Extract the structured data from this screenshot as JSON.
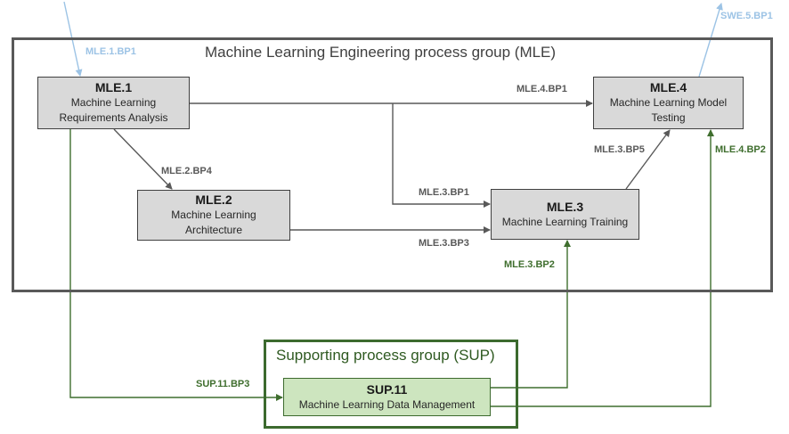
{
  "groups": {
    "mle": {
      "title": "Machine Learning Engineering process group (MLE)"
    },
    "sup": {
      "title": "Supporting process group (SUP)"
    }
  },
  "processes": {
    "mle1": {
      "id": "MLE.1",
      "line1": "Machine Learning",
      "line2": "Requirements Analysis"
    },
    "mle2": {
      "id": "MLE.2",
      "line1": "Machine Learning",
      "line2": "Architecture"
    },
    "mle3": {
      "id": "MLE.3",
      "line1": "Machine Learning Training",
      "line2": ""
    },
    "mle4": {
      "id": "MLE.4",
      "line1": "Machine Learning Model",
      "line2": "Testing"
    },
    "sup11": {
      "id": "SUP.11",
      "line1": "Machine Learning Data Management",
      "line2": ""
    }
  },
  "base_practices": {
    "mle1_bp1": "MLE.1.BP1",
    "swe5_bp1": "SWE.5.BP1",
    "mle4_bp1": "MLE.4.BP1",
    "mle2_bp4": "MLE.2.BP4",
    "mle3_bp5": "MLE.3.BP5",
    "mle4_bp2": "MLE.4.BP2",
    "mle3_bp1": "MLE.3.BP1",
    "mle3_bp3": "MLE.3.BP3",
    "mle3_bp2": "MLE.3.BP2",
    "sup11_bp3": "SUP.11.BP3"
  },
  "colors": {
    "mle_frame": "#595959",
    "sup_frame": "#3c6a2e",
    "process_fill": "#d9d9d9",
    "sup_fill": "#cde5bf",
    "arrow_grey": "#595959",
    "arrow_green": "#3f6e2e",
    "arrow_blue": "#9cc3e5"
  }
}
